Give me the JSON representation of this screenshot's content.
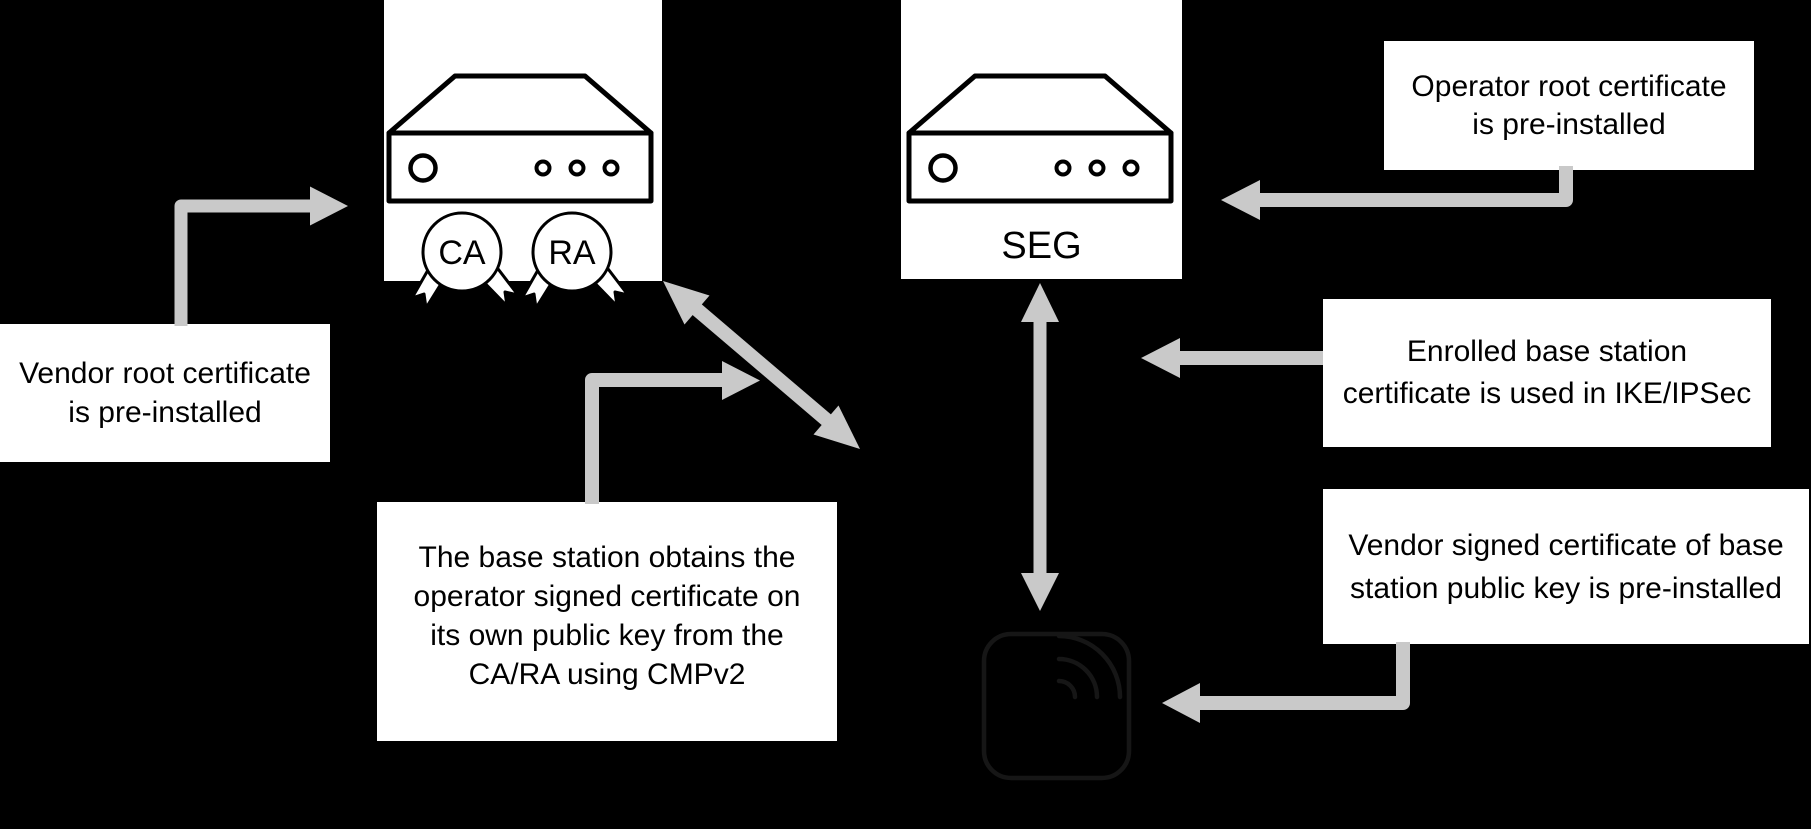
{
  "colors": {
    "background": "#000000",
    "panel": "#ffffff",
    "ink": "#000000",
    "arrow": "#c9c9c9",
    "bs_icon_stroke": "#161616"
  },
  "nodes": {
    "ca_ra": {
      "seals": [
        {
          "label": "CA"
        },
        {
          "label": "RA"
        }
      ]
    },
    "seg": {
      "label": "SEG"
    },
    "base_station": {
      "icon": "base-station-signal-icon"
    }
  },
  "callouts": {
    "vendor_root": {
      "lines": [
        "Vendor root certificate",
        "is pre-installed"
      ]
    },
    "operator_root": {
      "lines": [
        "Operator root certificate",
        "is pre-installed"
      ]
    },
    "enrolled": {
      "lines": [
        "Enrolled base station",
        "certificate is used in IKE/IPSec"
      ]
    },
    "vendor_signed": {
      "lines": [
        "Vendor signed certificate of base",
        "station public key is pre-installed"
      ]
    },
    "cmpv2": {
      "lines": [
        "The base station obtains the",
        "operator signed certificate on",
        "its own public key from the",
        "CA/RA using CMPv2"
      ]
    }
  }
}
